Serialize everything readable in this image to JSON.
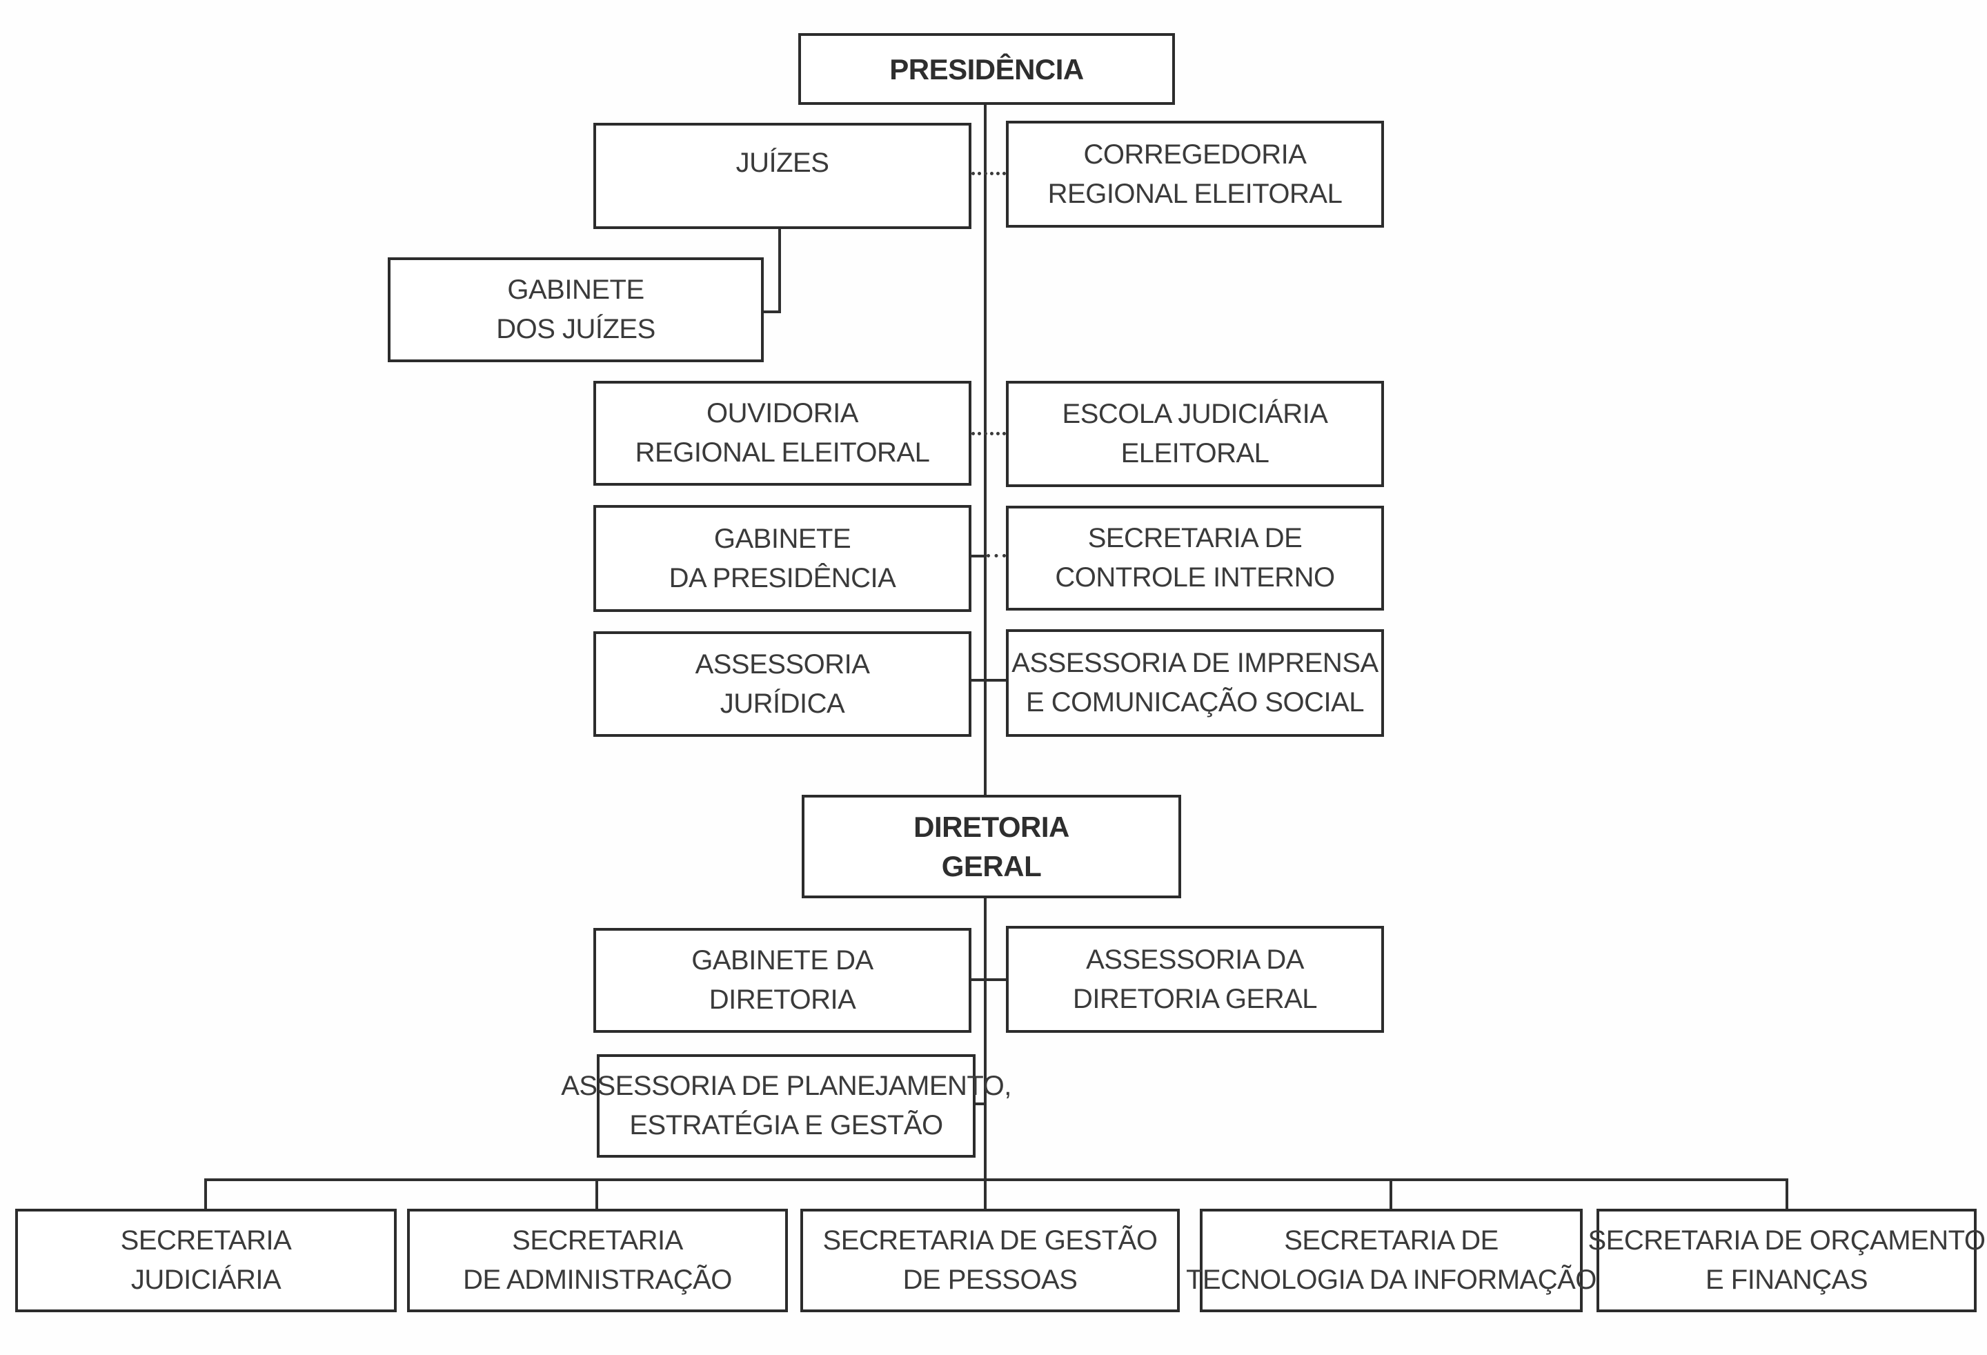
{
  "diagram": {
    "type": "org-chart",
    "colors": {
      "background": "#ffffff",
      "box_border": "#2c2c2c",
      "text": "#3a3a3a",
      "connector": "#2f2f2f"
    },
    "nodes": {
      "presidencia": {
        "lines": [
          "PRESIDÊNCIA"
        ]
      },
      "juizes": {
        "lines": [
          "JUÍZES"
        ]
      },
      "corregedoria": {
        "lines": [
          "CORREGEDORIA",
          "REGIONAL ELEITORAL"
        ]
      },
      "gabinete_juizes": {
        "lines": [
          "GABINETE",
          "DOS JUÍZES"
        ]
      },
      "ouvidoria": {
        "lines": [
          "OUVIDORIA",
          "REGIONAL ELEITORAL"
        ]
      },
      "escola": {
        "lines": [
          "ESCOLA JUDICIÁRIA",
          "ELEITORAL"
        ]
      },
      "gabinete_presidencia": {
        "lines": [
          "GABINETE",
          "DA PRESIDÊNCIA"
        ]
      },
      "controle_interno": {
        "lines": [
          "SECRETARIA DE",
          "CONTROLE INTERNO"
        ]
      },
      "assessoria_juridica": {
        "lines": [
          "ASSESSORIA",
          "JURÍDICA"
        ]
      },
      "assessoria_imprensa": {
        "lines": [
          "ASSESSORIA DE IMPRENSA",
          "E COMUNICAÇÃO SOCIAL"
        ]
      },
      "diretoria_geral": {
        "lines": [
          "DIRETORIA",
          "GERAL"
        ]
      },
      "gabinete_diretoria": {
        "lines": [
          "GABINETE DA",
          "DIRETORIA"
        ]
      },
      "assessoria_dg": {
        "lines": [
          "ASSESSORIA DA",
          "DIRETORIA GERAL"
        ]
      },
      "apeg": {
        "lines": [
          "ASSESSORIA DE PLANEJAMENTO,",
          "ESTRATÉGIA E GESTÃO"
        ]
      },
      "sec_judiciaria": {
        "lines": [
          "SECRETARIA",
          "JUDICIÁRIA"
        ]
      },
      "sec_administracao": {
        "lines": [
          "SECRETARIA",
          "DE ADMINISTRAÇÃO"
        ]
      },
      "sec_gestao_pessoas": {
        "lines": [
          "SECRETARIA DE GESTÃO",
          "DE PESSOAS"
        ]
      },
      "sec_ti": {
        "lines": [
          "SECRETARIA DE",
          "TECNOLOGIA DA INFORMAÇÃO"
        ]
      },
      "sec_orcamento": {
        "lines": [
          "SECRETARIA DE ORÇAMENTO",
          "E FINANÇAS"
        ]
      }
    }
  }
}
